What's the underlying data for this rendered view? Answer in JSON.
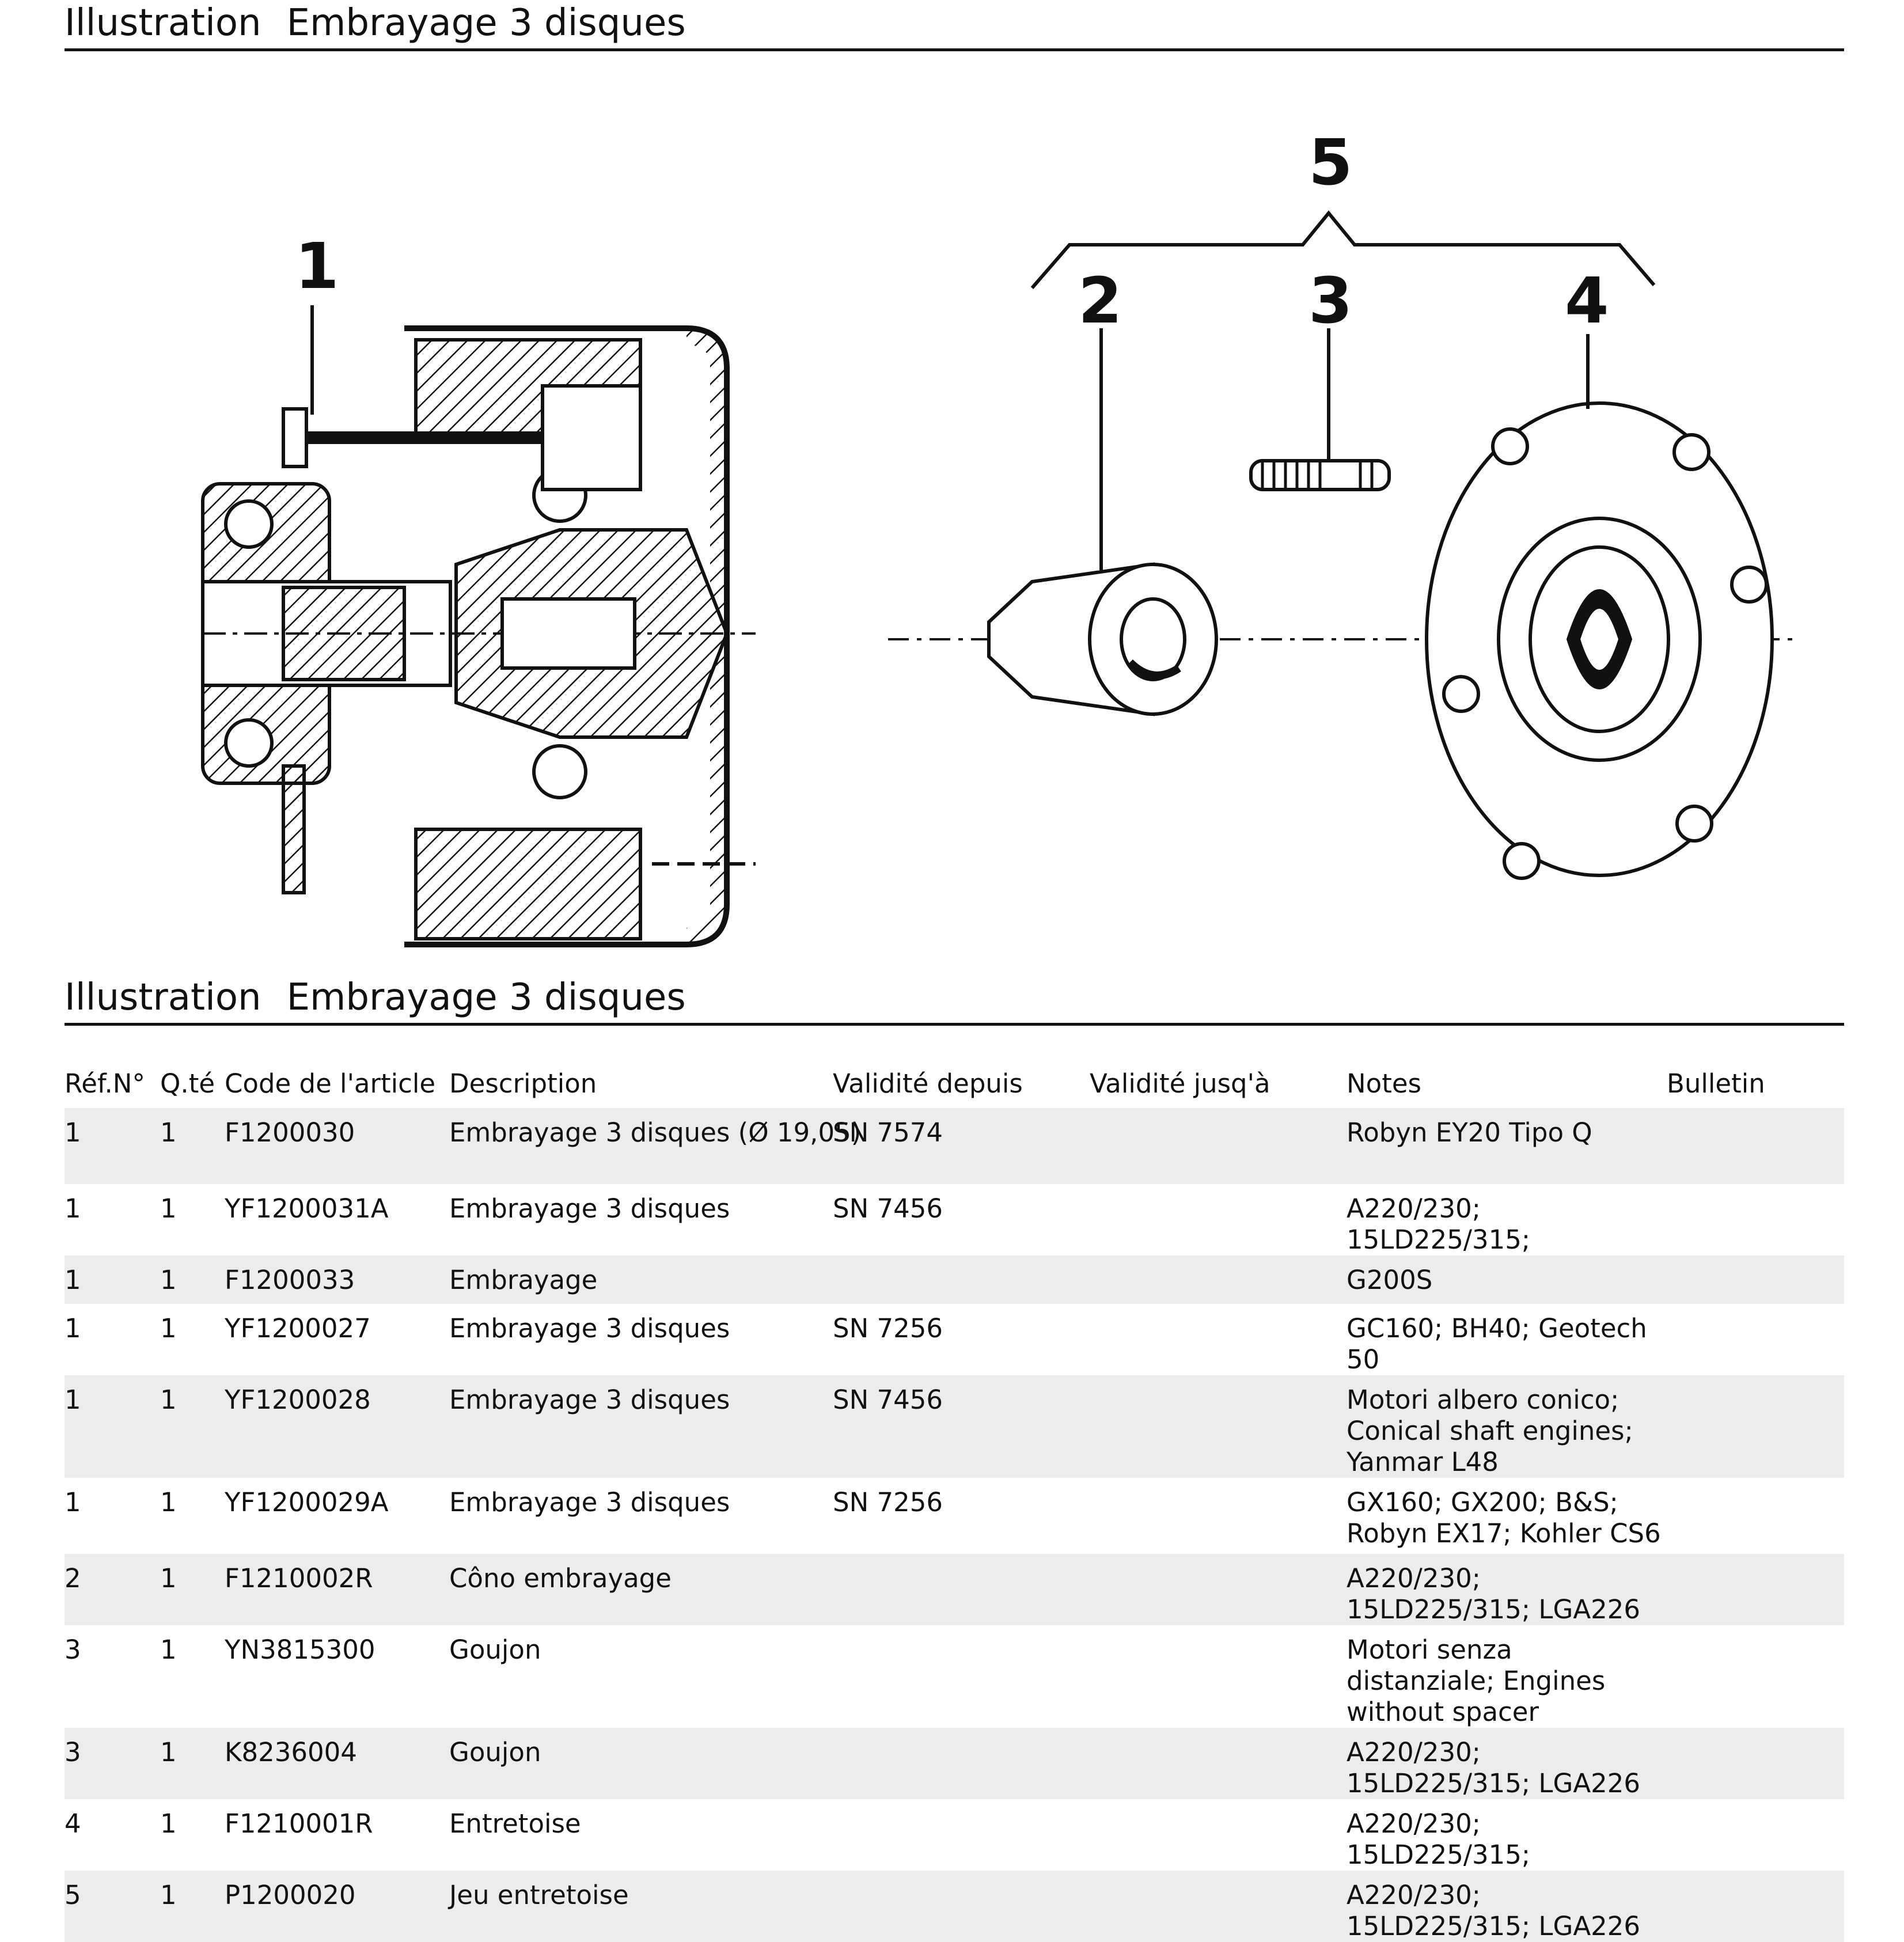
{
  "headings": {
    "top": {
      "illustration": "Illustration",
      "title": "Embrayage 3 disques"
    },
    "bottom": {
      "illustration": "Illustration",
      "title": "Embrayage 3 disques"
    }
  },
  "drawing": {
    "callouts": [
      "1",
      "2",
      "3",
      "4",
      "5"
    ]
  },
  "table": {
    "headers": {
      "ref": "Réf.N°",
      "qty": "Q.té",
      "code": "Code de l'article",
      "description": "Description",
      "valid_from": "Validité depuis",
      "valid_to": "Validité jusq'à",
      "notes": "Notes",
      "bulletin": "Bulletin"
    },
    "rows": [
      {
        "ref": "1",
        "qty": "1",
        "code": "F1200030",
        "description": "Embrayage 3 disques (Ø 19,05)",
        "valid_from": "SN 7574",
        "valid_to": "",
        "notes": "Robyn EY20 Tipo Q",
        "bulletin": ""
      },
      {
        "ref": "1",
        "qty": "1",
        "code": "YF1200031A",
        "description": "Embrayage 3 disques",
        "valid_from": "SN 7456",
        "valid_to": "",
        "notes": "A220/230; 15LD225/315;",
        "bulletin": ""
      },
      {
        "ref": "1",
        "qty": "1",
        "code": "F1200033",
        "description": "Embrayage",
        "valid_from": "",
        "valid_to": "",
        "notes": "G200S",
        "bulletin": ""
      },
      {
        "ref": "1",
        "qty": "1",
        "code": "YF1200027",
        "description": "Embrayage 3 disques",
        "valid_from": "SN 7256",
        "valid_to": "",
        "notes": "GC160; BH40; Geotech 50",
        "bulletin": ""
      },
      {
        "ref": "1",
        "qty": "1",
        "code": "YF1200028",
        "description": "Embrayage 3 disques",
        "valid_from": "SN 7456",
        "valid_to": "",
        "notes": "Motori albero conico; Conical shaft engines; Yanmar L48",
        "bulletin": ""
      },
      {
        "ref": "1",
        "qty": "1",
        "code": "YF1200029A",
        "description": "Embrayage 3 disques",
        "valid_from": "SN 7256",
        "valid_to": "",
        "notes": "GX160; GX200; B&S; Robyn EX17; Kohler CS6",
        "bulletin": ""
      },
      {
        "ref": "2",
        "qty": "1",
        "code": "F1210002R",
        "description": "Côno embrayage",
        "valid_from": "",
        "valid_to": "",
        "notes": "A220/230; 15LD225/315; LGA226",
        "bulletin": ""
      },
      {
        "ref": "3",
        "qty": "1",
        "code": "YN3815300",
        "description": "Goujon",
        "valid_from": "",
        "valid_to": "",
        "notes": "Motori senza distanziale; Engines without spacer",
        "bulletin": ""
      },
      {
        "ref": "3",
        "qty": "1",
        "code": "K8236004",
        "description": "Goujon",
        "valid_from": "",
        "valid_to": "",
        "notes": "A220/230; 15LD225/315; LGA226",
        "bulletin": ""
      },
      {
        "ref": "4",
        "qty": "1",
        "code": "F1210001R",
        "description": "Entretoise",
        "valid_from": "",
        "valid_to": "",
        "notes": "A220/230; 15LD225/315;",
        "bulletin": ""
      },
      {
        "ref": "5",
        "qty": "1",
        "code": "P1200020",
        "description": "Jeu entretoise",
        "valid_from": "",
        "valid_to": "",
        "notes": "A220/230; 15LD225/315; LGA226",
        "bulletin": ""
      }
    ]
  }
}
